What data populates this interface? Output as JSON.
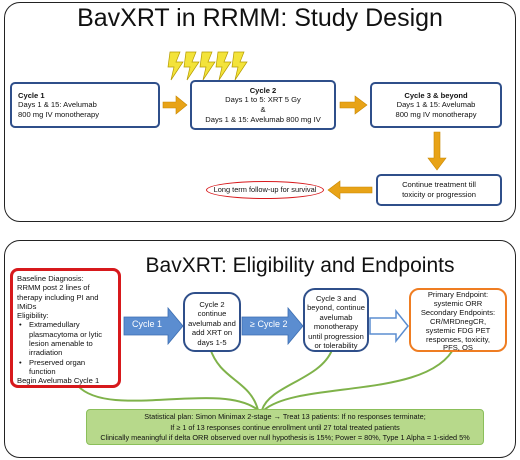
{
  "panel1": {
    "title": "BavXRT in RRMM: Study Design",
    "cycle1": {
      "title": "Cycle 1",
      "line1": "Days 1 & 15: Avelumab",
      "line2": "800 mg IV monotherapy"
    },
    "cycle2": {
      "title": "Cycle 2",
      "line1": "Days 1 to 5: XRT 5 Gy",
      "line2": "&",
      "line3": "Days 1 & 15: Avelumab 800 mg IV"
    },
    "cycle3": {
      "title": "Cycle 3 & beyond",
      "line1": "Days 1 & 15: Avelumab",
      "line2": "800 mg IV monotherapy"
    },
    "continue": {
      "line1": "Continue treatment till",
      "line2": "toxicity or progression"
    },
    "followup": "Long term follow-up for survival"
  },
  "panel2": {
    "title": "BavXRT: Eligibility and Endpoints",
    "baseline": {
      "line1": "Baseline Diagnosis:",
      "line2": "RRMM post 2 lines of",
      "line3": "therapy including PI and",
      "line4": "IMiDs",
      "line5": "Eligibility:",
      "b1a": "Extramedullary",
      "b1b": "plasmacytoma or lytic",
      "b1c": "lesion amenable to",
      "b1d": "irradiation",
      "b2a": "Preserved organ",
      "b2b": "function",
      "last": "Begin Avelumab Cycle 1"
    },
    "arrow_cycle1": "Cycle 1",
    "arrow_cycle2": "≥ Cycle 2",
    "cycle2_box": [
      "Cycle 2",
      "continue",
      "avelumab and",
      "add XRT on",
      "days 1-5"
    ],
    "cycle3_box": [
      "Cycle 3 and",
      "beyond, continue",
      "avelumab",
      "monotherapy",
      "until progression",
      "or tolerability"
    ],
    "endpoints": [
      "Primary Endpoint:",
      "systemic ORR",
      "Secondary Endpoints:",
      "CR/MRDnegCR,",
      "systemic FDG PET",
      "responses, toxicity,",
      "PFS, OS"
    ],
    "stats": {
      "line1a": "Statistical plan: Simon Minimax 2-stage ",
      "line1arrow": "→",
      "line1b": " Treat 13 patients: If no responses terminate;",
      "line2": "If ≥ 1 of 13 responses continue enrollment until 27 total treated patients",
      "line3": "Clinically meaningful if delta ORR observed over null hypothesis is 15%; Power = 80%, Type 1 Alpha = 1-sided 5%"
    }
  },
  "colors": {
    "box_border": "#2f4f8a",
    "arrow_orange": "#e8a317",
    "arrow_blue": "#5b8dd0",
    "red_border": "#d7191c",
    "orange_border": "#ef7d22",
    "green_fill": "#b7d98b",
    "lightning": "#f3e33a"
  },
  "icons": [
    "lightning-bolt-icon"
  ]
}
